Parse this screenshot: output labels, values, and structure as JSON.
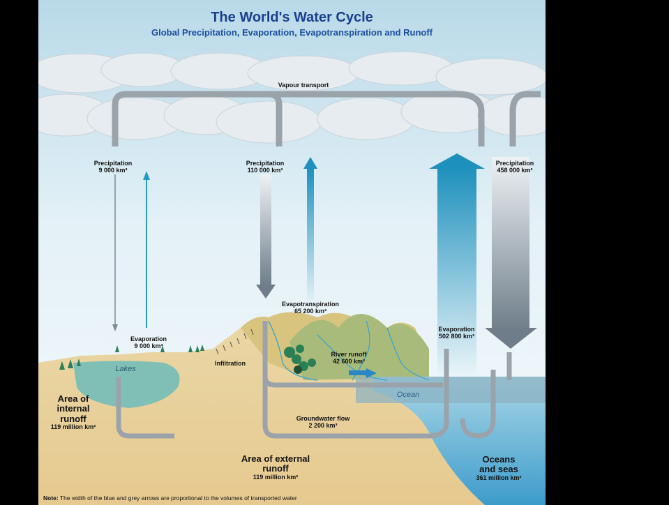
{
  "title": "The World's Water Cycle",
  "subtitle": "Global Precipitation, Evaporation, Evapotranspiration and Runoff",
  "vapour_transport": "Vapour transport",
  "precip_left": {
    "label": "Precipitation",
    "value": "9 000 km³"
  },
  "evap_left": {
    "label": "Evaporation",
    "value": "9 000 km³"
  },
  "precip_mid": {
    "label": "Precipitation",
    "value": "110 000 km³"
  },
  "evapotranspiration": {
    "label": "Evapotranspiration",
    "value": "65 200 km³"
  },
  "precip_right": {
    "label": "Precipitation",
    "value": "458 000 km³"
  },
  "evap_right": {
    "label": "Evaporation",
    "value": "502 800 km³"
  },
  "river_runoff": {
    "label": "River runoff",
    "value": "42 600 km³"
  },
  "groundwater": {
    "label": "Groundwater flow",
    "value": "2 200 km³"
  },
  "infiltration": "Infiltration",
  "lakes": "Lakes",
  "ocean": "Ocean",
  "internal_area": {
    "line1": "Area of",
    "line2": "internal",
    "line3": "runoff",
    "value": "119 million km²"
  },
  "external_area": {
    "line1": "Area of external",
    "line2": "runoff",
    "value": "119 million km²"
  },
  "oceans_area": {
    "line1": "Oceans",
    "line2": "and seas",
    "value": "361 million km²"
  },
  "note": {
    "prefix": "Note:",
    "text": "The width of the blue and grey arrows are proportional to the volumes of transported water"
  },
  "colors": {
    "title": "#1a3f8f",
    "evap_arrow": "#2a9bc0",
    "precip_arrow": "#9aa3aa",
    "ocean": "#7fc0d8"
  }
}
